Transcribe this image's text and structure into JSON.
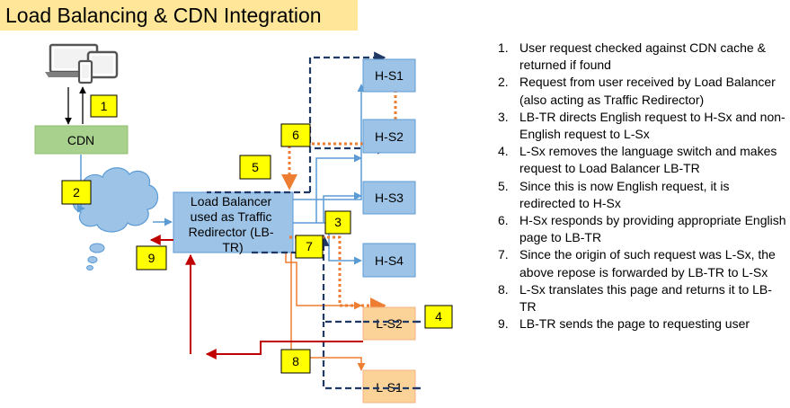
{
  "title": "Load Balancing & CDN Integration",
  "colors": {
    "title_bg": "#ffe699",
    "cdn_fill": "#a9d18e",
    "server_h_fill": "#9dc3e6",
    "server_l_fill": "#fbd399",
    "badge_fill": "#ffff00",
    "blue_arrow": "#5b9bd5",
    "navy_dashed": "#1f3864",
    "orange_dotted": "#ed7d31",
    "orange_solid": "#ed7d31",
    "red_arrow": "#c00000"
  },
  "icons": [
    "laptop-icon",
    "phone-icon",
    "tablet-icon",
    "cloud-icon"
  ],
  "nodes": {
    "cdn": "CDN",
    "load_balancer": "Load Balancer used as Traffic Redirector (LB-TR)",
    "load_balancer_lines": [
      "Load Balancer",
      "used as Traffic",
      "Redirector (LB-",
      "TR)"
    ],
    "h_servers": [
      "H-S1",
      "H-S2",
      "H-S3",
      "H-S4"
    ],
    "l_servers": [
      "L-S2",
      "L-S1"
    ]
  },
  "badges": [
    "1",
    "2",
    "3",
    "4",
    "5",
    "6",
    "7",
    "8",
    "9"
  ],
  "steps": [
    {
      "n": "1.",
      "text": "User request checked against CDN cache & returned if found"
    },
    {
      "n": "2.",
      "text": "Request from user received by Load Balancer (also acting as Traffic Redirector)"
    },
    {
      "n": "3.",
      "text": "LB-TR directs English request to H-Sx and non-English request to L-Sx"
    },
    {
      "n": "4.",
      "text": "L-Sx removes the language switch and makes request to Load Balancer LB-TR"
    },
    {
      "n": "5.",
      "text": "Since this is now English request, it is redirected to H-Sx"
    },
    {
      "n": "6.",
      "text": "H-Sx responds by providing appropriate English page to LB-TR"
    },
    {
      "n": "7.",
      "text": "Since the origin of such request was L-Sx, the above repose is forwarded by LB-TR to L-Sx"
    },
    {
      "n": "8.",
      "text": "L-Sx translates this page and returns it to LB-TR"
    },
    {
      "n": "9.",
      "text": "LB-TR sends the page to requesting user"
    }
  ]
}
